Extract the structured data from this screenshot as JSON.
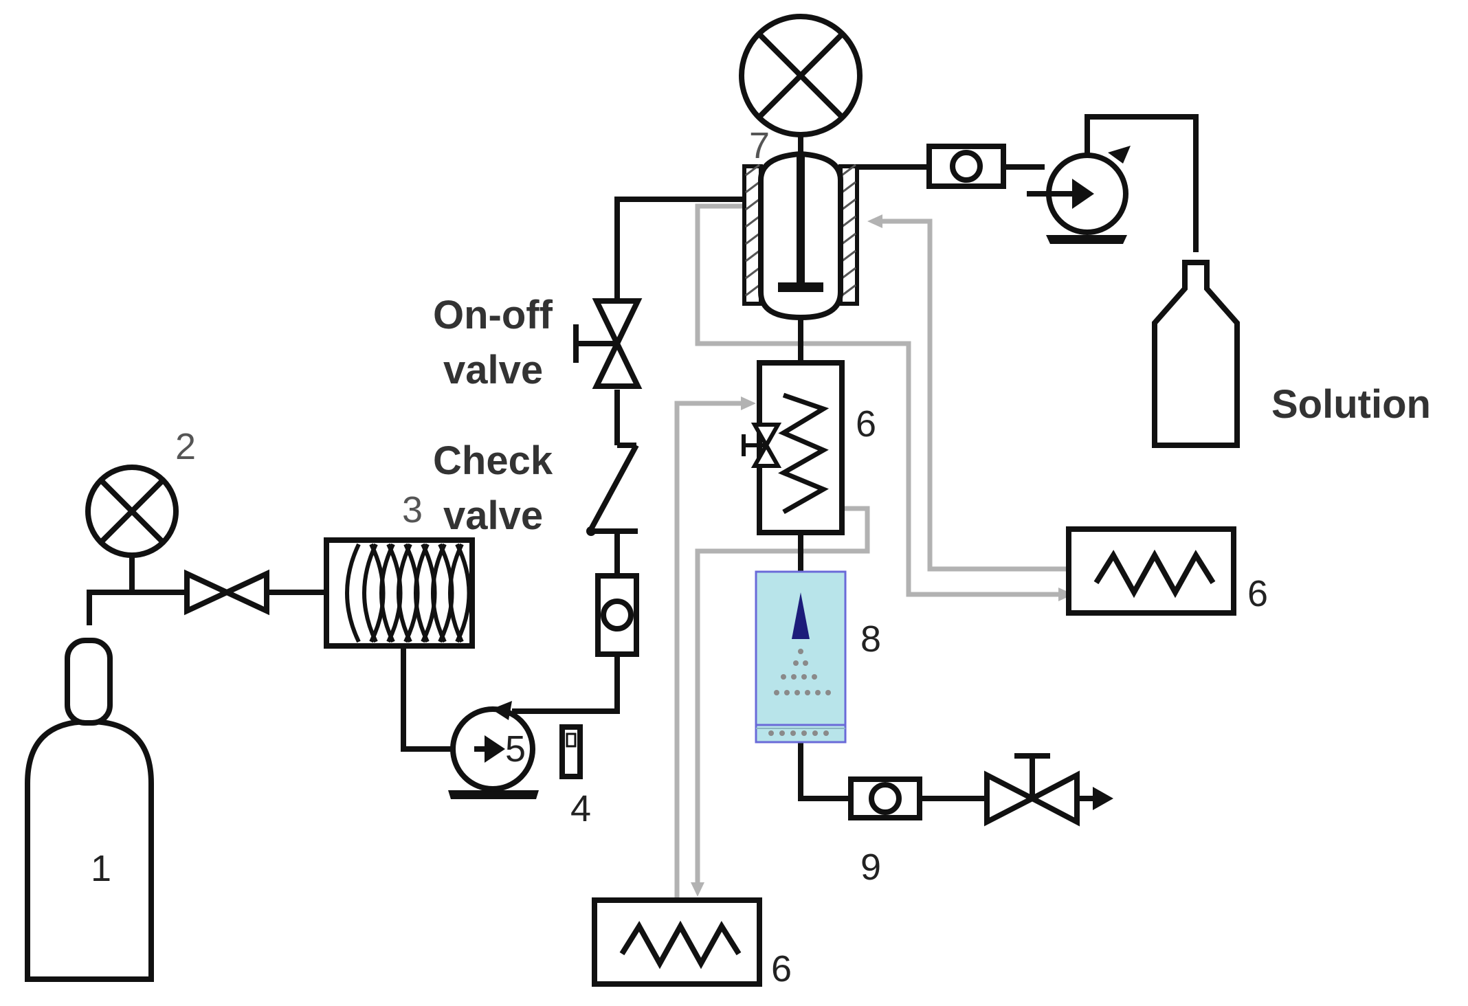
{
  "labels": {
    "on_off_line1": "On-off",
    "on_off_line2": "valve",
    "check_line1": "Check",
    "check_line2": "valve",
    "solution": "Solution"
  },
  "numbers": {
    "cylinder": "1",
    "gauge": "2",
    "cooler": "3",
    "filter": "4",
    "pump": "5",
    "heat_exchanger": "6",
    "heater_right": "6",
    "heater_bottom": "6",
    "vessel": "7",
    "chamber": "8",
    "outlet": "9"
  },
  "colors": {
    "line": "#111111",
    "heating_line": "#b2b2b2",
    "chamber_fill": "#b8e4ea",
    "chamber_border": "#6a6ad8",
    "nozzle": "#1c1c7a",
    "droplets": "#8a8a8a"
  }
}
